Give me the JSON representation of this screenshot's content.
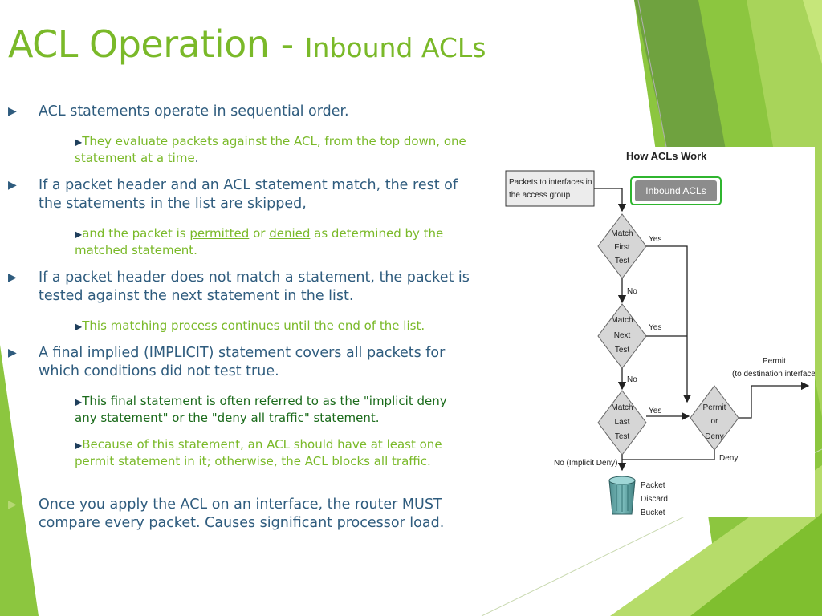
{
  "title": {
    "main": "ACL Operation - ",
    "sub": "Inbound ACLs"
  },
  "bullets": [
    {
      "text": "ACL statements operate in sequential order."
    },
    {
      "text": "They evaluate packets against the ACL, from the top down, one statement at a time",
      "suffix": "."
    },
    {
      "text": "If a packet header and an ACL statement match, the rest of the statements in the list are skipped,"
    },
    {
      "pre": "and the packet is ",
      "link1": "permitted",
      "mid": " or ",
      "link2": "denied",
      "post": " as determined by the matched statement."
    },
    {
      "text": "If a packet header does not match a statement, the packet is tested against the next statement in the list."
    },
    {
      "text": "This matching process continues until the end of the list."
    },
    {
      "text": "A final implied (IMPLICIT) statement covers all packets for which conditions did not test true."
    },
    {
      "text": "This final statement is often referred to as the \"implicit deny any statement\" or the \"deny all traffic\" statement."
    },
    {
      "text": "Because of this statement, an ACL should have at least one permit statement in it; otherwise, the ACL blocks all traffic."
    },
    {
      "text": "Once you apply the ACL on an interface, the router MUST compare every packet. Causes significant processor load."
    }
  ],
  "diagram": {
    "title": "How ACLs Work",
    "source_line1": "Packets to interfaces in",
    "source_line2": "the access group",
    "inbound_label": "Inbound ACLs",
    "d1": [
      "Match",
      "First",
      "Test"
    ],
    "d2": [
      "Match",
      "Next",
      "Test"
    ],
    "d3": [
      "Match",
      "Last",
      "Test"
    ],
    "d4": [
      "Permit",
      "or",
      "Deny"
    ],
    "yes": "Yes",
    "no": "No",
    "no_implicit": "No (Implicit Deny)",
    "deny": "Deny",
    "permit_line1": "Permit",
    "permit_line2": "(to destination interface)",
    "bucket": [
      "Packet",
      "Discard",
      "Bucket"
    ]
  },
  "colors": {
    "accent_green": "#7ab929",
    "text_blue": "#2f5c7e",
    "dark_green": "#1a6a1a",
    "button_gray": "#8c8c8c"
  }
}
